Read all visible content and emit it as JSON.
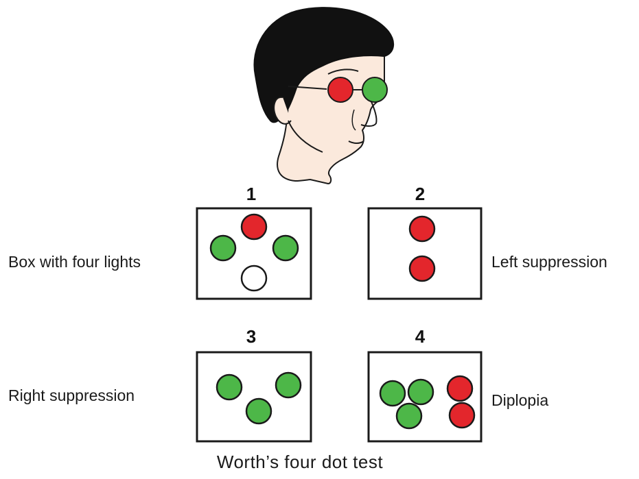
{
  "colors": {
    "red": "#e3262c",
    "green": "#4db748",
    "white": "#ffffff",
    "skin": "#fbe9dc",
    "hair": "#111111",
    "outline": "#1a1a1a"
  },
  "caption": "Worth’s four dot test",
  "panels": [
    {
      "number": "1",
      "label": "Box with four lights",
      "dots": [
        {
          "color": "red"
        },
        {
          "color": "green"
        },
        {
          "color": "green"
        },
        {
          "color": "white"
        }
      ]
    },
    {
      "number": "2",
      "label": "Left suppression",
      "dots": [
        {
          "color": "red"
        },
        {
          "color": "red"
        }
      ]
    },
    {
      "number": "3",
      "label": "Right suppression",
      "dots": [
        {
          "color": "green"
        },
        {
          "color": "green"
        },
        {
          "color": "green"
        }
      ]
    },
    {
      "number": "4",
      "label": "Diplopia",
      "dots": [
        {
          "color": "green"
        },
        {
          "color": "green"
        },
        {
          "color": "green"
        },
        {
          "color": "red"
        },
        {
          "color": "red"
        }
      ]
    }
  ],
  "viewer": {
    "left_lens": "red",
    "right_lens": "green"
  }
}
